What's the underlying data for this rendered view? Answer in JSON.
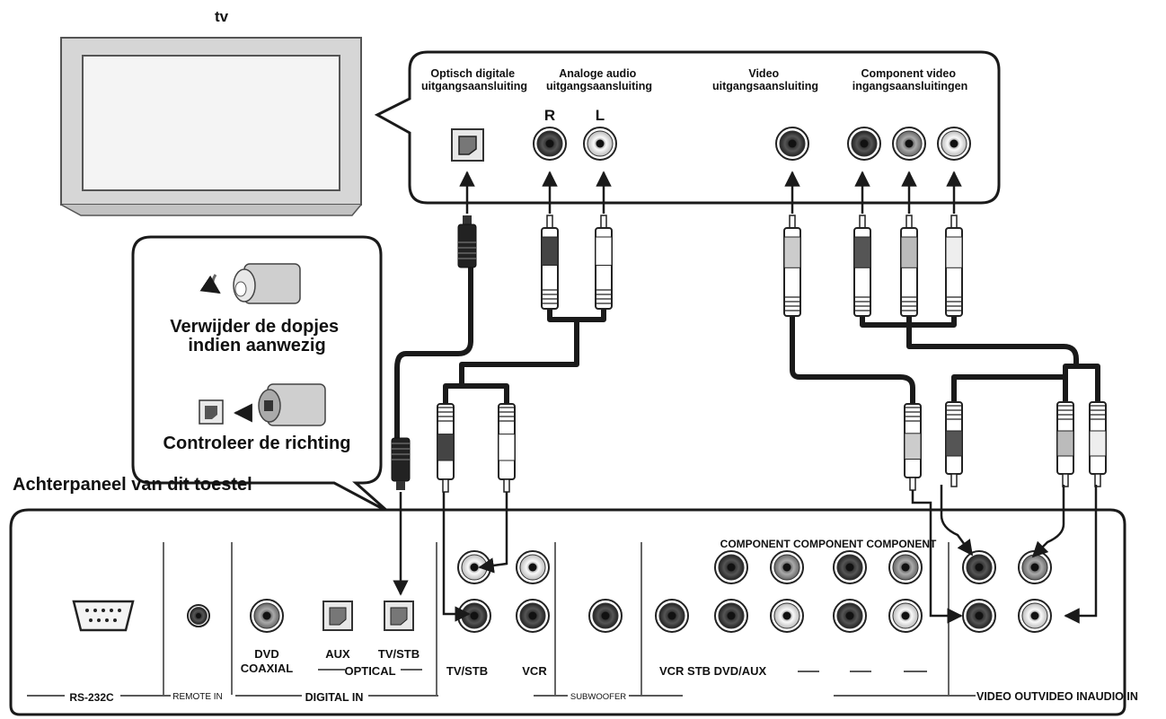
{
  "tv_label": "tv",
  "tv_panel": {
    "optical_out": "Optisch digitale\nuitgangsaansluiting",
    "analog_audio_out": "Analoge audio\nuitgangsaansluiting",
    "channel_r": "R",
    "channel_l": "L",
    "video_out": "Video\nuitgangsaansluiting",
    "component_in": "Component video\ningangsaansluitingen"
  },
  "callout": {
    "remove_caps": "Verwijder de dopjes\nindien aanwezig",
    "check_direction": "Controleer de richting"
  },
  "rear_panel_title": "Achterpaneel van dit toestel",
  "rear_panel": {
    "component_header": "COMPONENT COMPONENT COMPONENT",
    "dvd_label": "DVD",
    "coaxial_label": "COAXIAL",
    "aux_label": "AUX",
    "tvstb_optical_label": "TV/STB",
    "optical_label": "OPTICAL",
    "tvstb_audio_label": "TV/STB",
    "vcr_audio_label": "VCR",
    "video_row_label": "VCR STB  DVD/AUX",
    "rs232c": "RS-232C",
    "remote_in": "REMOTE IN",
    "digital_in": "DIGITAL IN",
    "subwoofer": "SUBWOOFER",
    "video_out_in": "VIDEO OUTVIDEO INAUDIO IN"
  },
  "colors": {
    "jack_dark": "#3a3a3a",
    "jack_grey": "#9a9a9a",
    "jack_light": "#f2f2f2",
    "cable": "#1a1a1a",
    "tv_body": "#d4d4d4"
  }
}
